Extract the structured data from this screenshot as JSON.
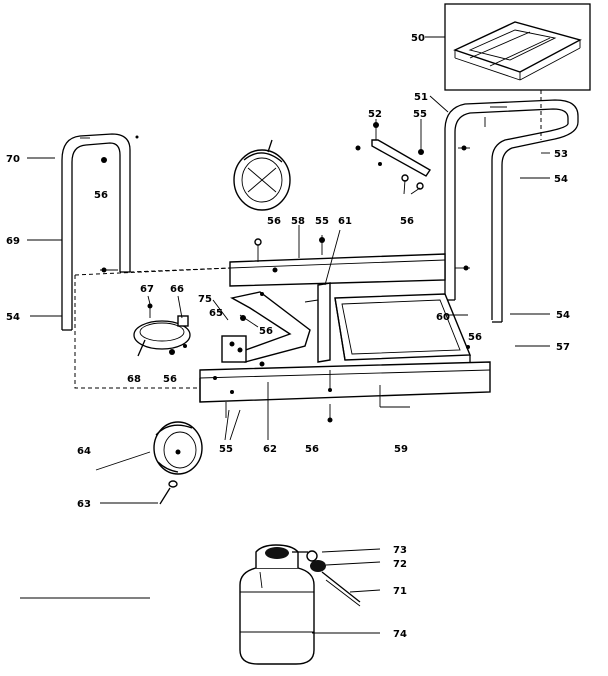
{
  "callouts": [
    {
      "id": "c50",
      "text": "50"
    },
    {
      "id": "c51",
      "text": "51"
    },
    {
      "id": "c52",
      "text": "52"
    },
    {
      "id": "c55a",
      "text": "55"
    },
    {
      "id": "c53",
      "text": "53"
    },
    {
      "id": "c54a",
      "text": "54"
    },
    {
      "id": "c70",
      "text": "70"
    },
    {
      "id": "c56a",
      "text": "56"
    },
    {
      "id": "c69",
      "text": "69"
    },
    {
      "id": "c56b",
      "text": "56"
    },
    {
      "id": "c58",
      "text": "58"
    },
    {
      "id": "c55b",
      "text": "55"
    },
    {
      "id": "c61",
      "text": "61"
    },
    {
      "id": "c56c",
      "text": "56"
    },
    {
      "id": "c67",
      "text": "67"
    },
    {
      "id": "c66",
      "text": "66"
    },
    {
      "id": "c54b",
      "text": "54"
    },
    {
      "id": "c75",
      "text": "75"
    },
    {
      "id": "c65",
      "text": "65"
    },
    {
      "id": "c56d",
      "text": "56"
    },
    {
      "id": "c60",
      "text": "60"
    },
    {
      "id": "c54c",
      "text": "54"
    },
    {
      "id": "c56e",
      "text": "56"
    },
    {
      "id": "c57",
      "text": "57"
    },
    {
      "id": "c68",
      "text": "68"
    },
    {
      "id": "c56f",
      "text": "56"
    },
    {
      "id": "c55c",
      "text": "55"
    },
    {
      "id": "c62",
      "text": "62"
    },
    {
      "id": "c56g",
      "text": "56"
    },
    {
      "id": "c59",
      "text": "59"
    },
    {
      "id": "c64",
      "text": "64"
    },
    {
      "id": "c63",
      "text": "63"
    },
    {
      "id": "c73",
      "text": "73"
    },
    {
      "id": "c72",
      "text": "72"
    },
    {
      "id": "c71",
      "text": "71"
    },
    {
      "id": "c74",
      "text": "74"
    }
  ]
}
